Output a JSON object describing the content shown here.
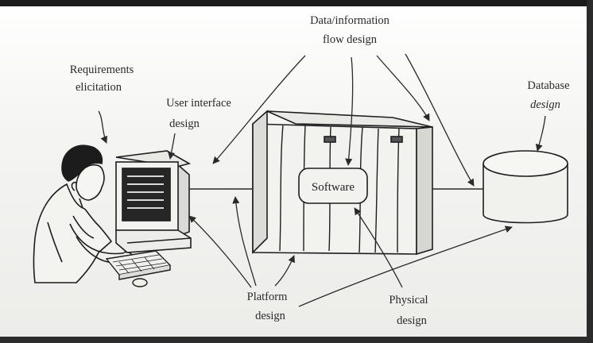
{
  "labels": {
    "requirements": [
      "Requirements",
      "elicitation"
    ],
    "user_interface": [
      "User interface",
      "design"
    ],
    "data_flow": [
      "Data/information",
      "flow design"
    ],
    "database": [
      "Database",
      "design"
    ],
    "software": "Software",
    "platform": [
      "Platform",
      "design"
    ],
    "physical": [
      "Physical",
      "design"
    ]
  },
  "colors": {
    "ink": "#2a2a2a",
    "paper": "#f2f2f0",
    "edge": "#1b1b1b"
  },
  "icons": [
    "person-icon",
    "computer-icon",
    "keyboard-icon",
    "server-rack-icon",
    "database-cylinder-icon"
  ]
}
